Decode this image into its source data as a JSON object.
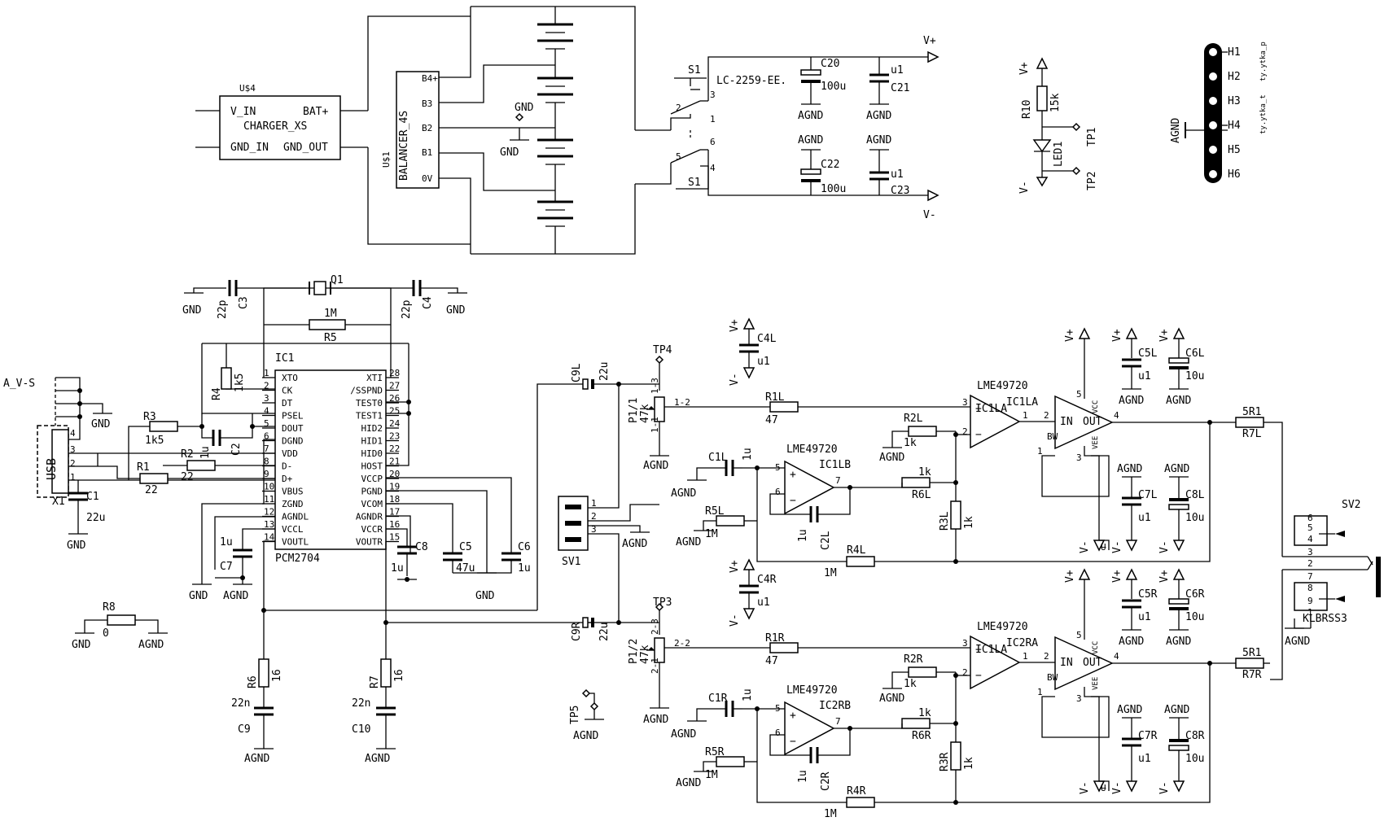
{
  "charger": {
    "name": "U$4",
    "title": "CHARGER_XS",
    "pins": [
      "V_IN",
      "BAT+",
      "GND_IN",
      "GND_OUT"
    ]
  },
  "balancer": {
    "name": "U$1",
    "title": "BALANCER_4S",
    "pins": [
      "B4+",
      "B3",
      "B2",
      "B1",
      "0V"
    ]
  },
  "switch": {
    "name": "S1",
    "part": "LC-2259-EE.",
    "pins": [
      "3",
      "2",
      "1",
      "6",
      "5",
      "4"
    ]
  },
  "caps_top": {
    "c20": {
      "name": "C20",
      "value": "100u"
    },
    "c21": {
      "name": "C21",
      "value": "u1"
    },
    "c22": {
      "name": "C22",
      "value": "100u"
    },
    "c23": {
      "name": "C23",
      "value": "u1"
    }
  },
  "rails": {
    "vplus": "V+",
    "vminus": "V-",
    "gnd": "GND",
    "agnd": "AGND"
  },
  "led_section": {
    "r10": "R10",
    "r10_value": "15k",
    "led": "LED1",
    "tp1": "TP1",
    "tp2": "TP2"
  },
  "header": {
    "labels": [
      "H1",
      "H2",
      "H3",
      "H4",
      "H5",
      "H6"
    ],
    "side_p": "ty.ytka_p",
    "side_t": "ty.ytka_t"
  },
  "ic1": {
    "name": "IC1",
    "part": "PCM2704",
    "left_pins": [
      {
        "n": "1",
        "label": "XTO"
      },
      {
        "n": "2",
        "label": "CK"
      },
      {
        "n": "3",
        "label": "DT"
      },
      {
        "n": "4",
        "label": "PSEL"
      },
      {
        "n": "5",
        "label": "DOUT"
      },
      {
        "n": "6",
        "label": "DGND"
      },
      {
        "n": "7",
        "label": "VDD"
      },
      {
        "n": "8",
        "label": "D-"
      },
      {
        "n": "9",
        "label": "D+"
      },
      {
        "n": "10",
        "label": "VBUS"
      },
      {
        "n": "11",
        "label": "ZGND"
      },
      {
        "n": "12",
        "label": "AGNDL"
      },
      {
        "n": "13",
        "label": "VCCL"
      },
      {
        "n": "14",
        "label": "VOUTL"
      }
    ],
    "right_pins": [
      {
        "n": "28",
        "label": "XTI"
      },
      {
        "n": "27",
        "label": "/SSPND"
      },
      {
        "n": "26",
        "label": "TEST0"
      },
      {
        "n": "25",
        "label": "TEST1"
      },
      {
        "n": "24",
        "label": "HID2"
      },
      {
        "n": "23",
        "label": "HID1"
      },
      {
        "n": "22",
        "label": "HID0"
      },
      {
        "n": "21",
        "label": "HOST"
      },
      {
        "n": "20",
        "label": "VCCP"
      },
      {
        "n": "19",
        "label": "PGND"
      },
      {
        "n": "18",
        "label": "VCOM"
      },
      {
        "n": "17",
        "label": "AGNDR"
      },
      {
        "n": "16",
        "label": "VCCR"
      },
      {
        "n": "15",
        "label": "VOUTR"
      }
    ]
  },
  "crystal": {
    "q1": "Q1",
    "c3": "C3",
    "c3v": "22p",
    "c4": "C4",
    "c4v": "22p",
    "r5": "R5",
    "r5v": "1M"
  },
  "usb": {
    "x1": "X1",
    "label": "USB",
    "a_v_s": "A_V-S",
    "pins": [
      "4",
      "3",
      "2",
      "1"
    ]
  },
  "left_parts": {
    "r3": "R3",
    "r3v": "1k5",
    "r2": "R2",
    "r2v": "22",
    "r1": "R1",
    "r1v": "22",
    "r4": "R4",
    "r4v": "1k5",
    "c2": "C2",
    "c2v": "1u",
    "c1": "C1",
    "c1v": "22u",
    "c7": "C7",
    "c7v": "1u",
    "c8": "C8",
    "c8v": "1u",
    "c5": "C5",
    "c5v": "47u",
    "c6": "C6",
    "c6v": "1u",
    "r8": "R8",
    "r8v": "0",
    "r6": "R6",
    "r6v": "16",
    "r7": "R7",
    "r7v": "16",
    "c9": "C9",
    "c9v": "22n",
    "c10": "C10",
    "c10v": "22n"
  },
  "mid_parts": {
    "c9l": "C9L",
    "c9lv": "22u",
    "c9r": "C9R",
    "c9rv": "22u",
    "tp4": "TP4",
    "tp3": "TP3",
    "tp5": "TP5",
    "sv1": "SV1",
    "p1_1": "P1/1",
    "p1_2": "P1/2",
    "pot_value": "47k",
    "p1_left_pins": [
      "1-3",
      "1-2",
      "1-1"
    ],
    "p1_right_pins": [
      "2-3",
      "2-2",
      "2-1"
    ]
  },
  "left_channel": {
    "c4l": "C4L",
    "c4lv": "u1",
    "r1l": "R1L",
    "r1lv": "47",
    "r2l": "R2L",
    "r2lv": "1k",
    "ic_a": "IC1LA",
    "ic_b": "IC1LB",
    "op_part": "LME49720",
    "c1l": "C1L",
    "c1lv": "1u",
    "r5l": "R5L",
    "r5lv": "1M",
    "c2l": "C2L",
    "c2lv": "1u",
    "r6l": "R6L",
    "r6lv": "1k",
    "r3l": "R3L",
    "r3lv": "1k",
    "r4l": "R4L",
    "r4lv": "1M",
    "c5l": "C5L",
    "c5lv": "u1",
    "c6l": "C6L",
    "c6lv": "10u",
    "c7l": "C7L",
    "c7lv": "u1",
    "c8l": "C8L",
    "c8lv": "10u",
    "r7l": "R7L",
    "r7lv": "5R1"
  },
  "right_channel": {
    "c4r": "C4R",
    "c4rv": "u1",
    "r1r": "R1R",
    "r1rv": "47",
    "r2r": "R2R",
    "r2rv": "1k",
    "ic_a": "IC2RA",
    "ic_b": "IC2RB",
    "op_part": "LME49720",
    "c1r": "C1R",
    "c1rv": "1u",
    "r5r": "R5R",
    "r5rv": "1M",
    "c2r": "C2R",
    "c2rv": "1u",
    "r6r": "R6R",
    "r6rv": "1k",
    "r3r": "R3R",
    "r3rv": "1k",
    "r4r": "R4R",
    "r4rv": "1M",
    "c5r": "C5R",
    "c5rv": "u1",
    "c6r": "C6R",
    "c6rv": "10u",
    "c7r": "C7R",
    "c7rv": "u1",
    "c8r": "C8R",
    "c8rv": "10u",
    "r7r": "R7R",
    "r7rv": "5R1"
  },
  "buffer": {
    "in": "IN",
    "out": "OUT",
    "bw": "BW",
    "vcc": "VCC",
    "vee": "VEE"
  },
  "jack": {
    "name": "SV2",
    "part": "KLBRSS3",
    "pins": [
      "6",
      "5",
      "4",
      "3",
      "2",
      "7",
      "8",
      "9",
      "1"
    ]
  }
}
